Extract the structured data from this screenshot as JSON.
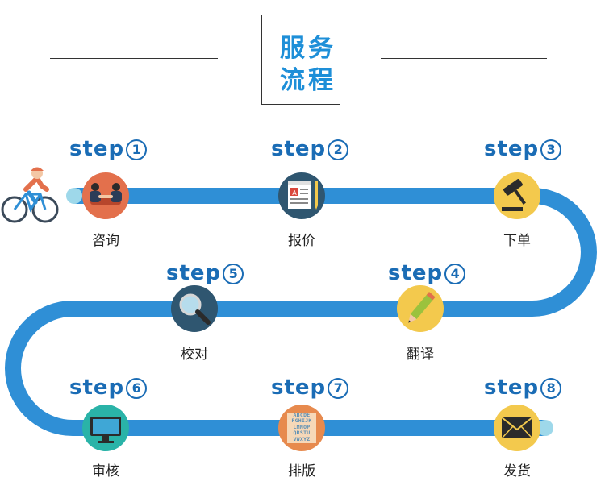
{
  "title": {
    "line1": "服务",
    "line2": "流程"
  },
  "steps": [
    {
      "step_text": "step",
      "number": "1",
      "label": "咨询",
      "icon": "handshake-meeting-icon",
      "bg": "#e3704c"
    },
    {
      "step_text": "step",
      "number": "2",
      "label": "报价",
      "icon": "document-pencil-icon",
      "bg": "#2f5670"
    },
    {
      "step_text": "step",
      "number": "3",
      "label": "下单",
      "icon": "gavel-icon",
      "bg": "#f3c94d"
    },
    {
      "step_text": "step",
      "number": "4",
      "label": "翻译",
      "icon": "pencil-icon",
      "bg": "#f3c94d"
    },
    {
      "step_text": "step",
      "number": "5",
      "label": "校对",
      "icon": "magnifier-icon",
      "bg": "#2f5670"
    },
    {
      "step_text": "step",
      "number": "6",
      "label": "审核",
      "icon": "monitor-icon",
      "bg": "#2ab3a8"
    },
    {
      "step_text": "step",
      "number": "7",
      "label": "排版",
      "icon": "letter-blocks-icon",
      "bg": "#e78a4e"
    },
    {
      "step_text": "step",
      "number": "8",
      "label": "发货",
      "icon": "envelope-icon",
      "bg": "#f3c94d"
    }
  ],
  "letter_blocks": [
    "ABCDE",
    "FGHIJK",
    "LMNOP",
    "QRSTU",
    "VWXYZ"
  ],
  "colors": {
    "path": "#2f8fd6",
    "title": "#1e8fd8",
    "step": "#1a6cb5",
    "path_end": "#9ed8ea"
  }
}
